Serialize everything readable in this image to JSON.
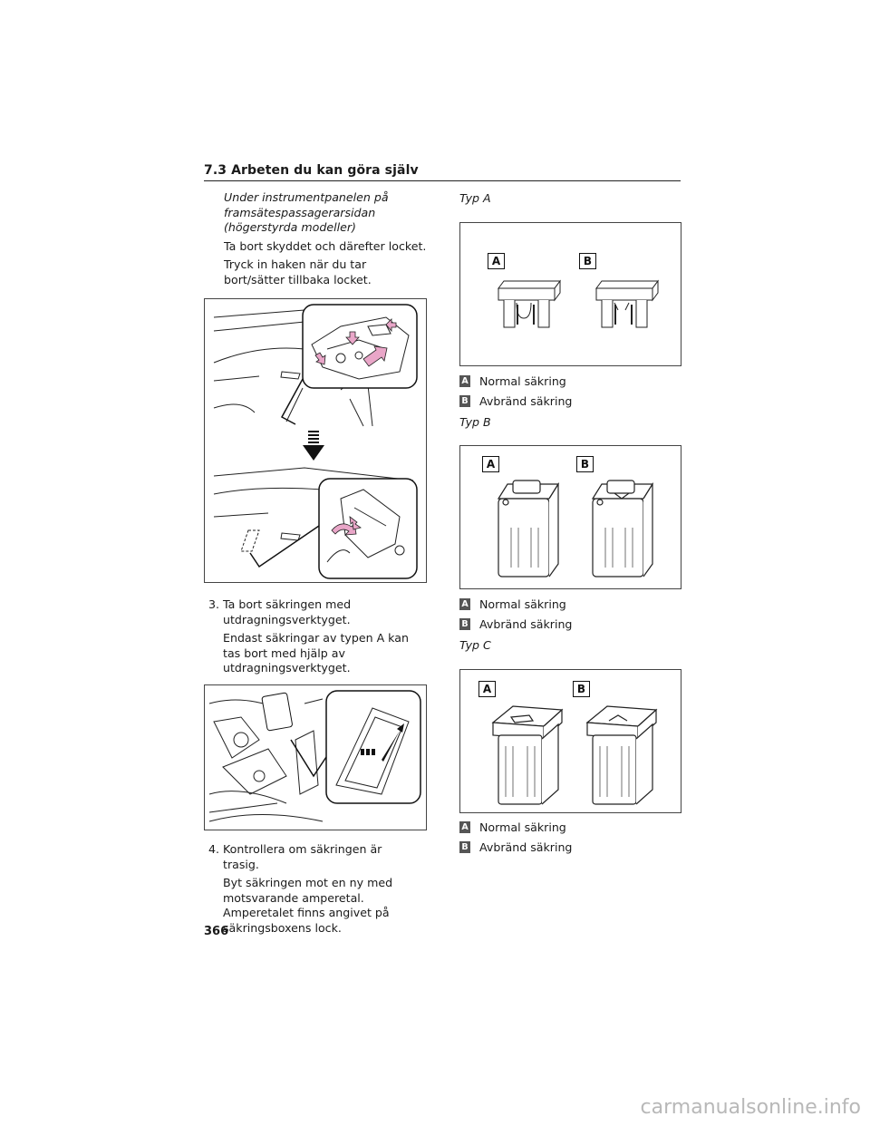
{
  "header": {
    "title": "7.3  Arbeten du kan göra själv"
  },
  "left": {
    "intro_italic": "Under instrumentpanelen på framsätespassagerarsidan (högerstyrda modeller)",
    "p1": "Ta bort skyddet och därefter locket.",
    "p2": "Tryck in haken när du tar bort/sätter tillbaka locket.",
    "step3_num": "3.",
    "step3_title": "Ta bort säkringen med utdragningsverktyget.",
    "step3_body": "Endast säkringar av typen A kan tas bort med hjälp av utdragningsverktyget.",
    "step4_num": "4.",
    "step4_title": "Kontrollera om säkringen är trasig.",
    "step4_body": "Byt säkringen mot en ny med motsvarande amperetal. Amperetalet finns angivet på säkringsboxens lock."
  },
  "right": {
    "types": [
      {
        "label": "Typ A",
        "badge_a": "A",
        "badge_b": "B",
        "legend_a": "Normal säkring",
        "legend_b": "Avbränd säkring"
      },
      {
        "label": "Typ B",
        "badge_a": "A",
        "badge_b": "B",
        "legend_a": "Normal säkring",
        "legend_b": "Avbränd säkring"
      },
      {
        "label": "Typ C",
        "badge_a": "A",
        "badge_b": "B",
        "legend_a": "Normal säkring",
        "legend_b": "Avbränd säkring"
      }
    ]
  },
  "footer": {
    "page_number": "366",
    "watermark": "carmanualsonline.info"
  }
}
